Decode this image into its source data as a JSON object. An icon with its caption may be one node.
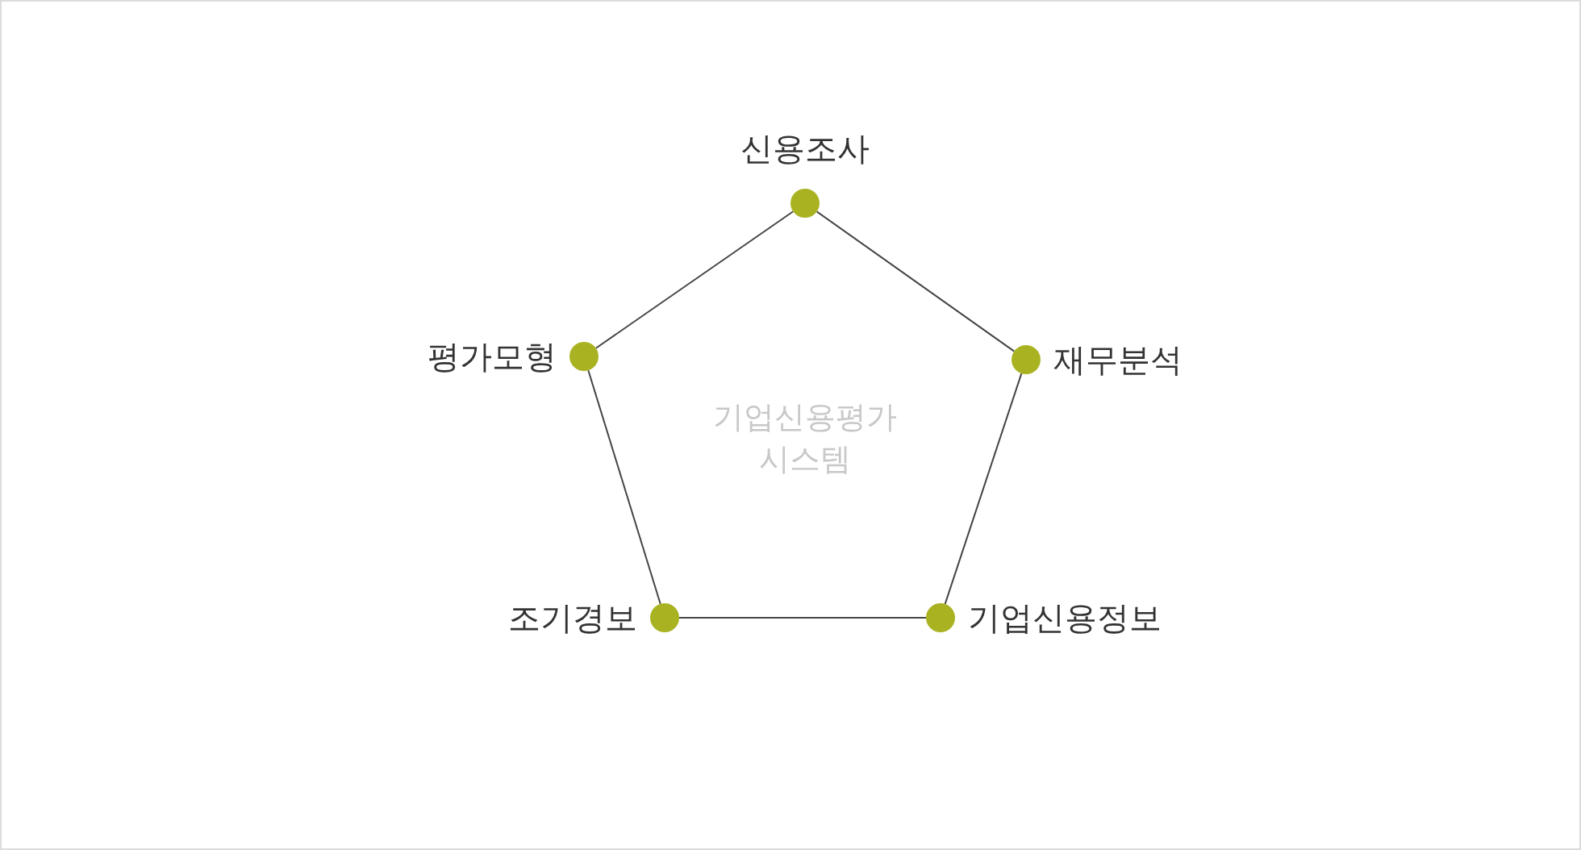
{
  "diagram": {
    "nodes": [
      {
        "text": [],
        "shape": "circle",
        "beside": [
          "신용조사"
        ]
      },
      {
        "text": [],
        "shape": "circle",
        "beside": [
          "평가모형"
        ]
      },
      {
        "text": [],
        "shape": "circle",
        "beside": [
          "재무분석"
        ]
      },
      {
        "text": [],
        "shape": "circle",
        "beside": [
          "조기경보"
        ]
      },
      {
        "text": [],
        "shape": "circle",
        "beside": [
          "기업신용정보"
        ]
      }
    ],
    "edges": [
      {
        "from": 0,
        "to": 2,
        "arrow": "none"
      },
      {
        "from": 2,
        "to": 4,
        "arrow": "none"
      },
      {
        "from": 4,
        "to": 3,
        "arrow": "none"
      },
      {
        "from": 3,
        "to": 1,
        "arrow": "none"
      },
      {
        "from": 1,
        "to": 0,
        "arrow": "none"
      }
    ],
    "labels": [
      "기업신용평가 시스템"
    ]
  }
}
